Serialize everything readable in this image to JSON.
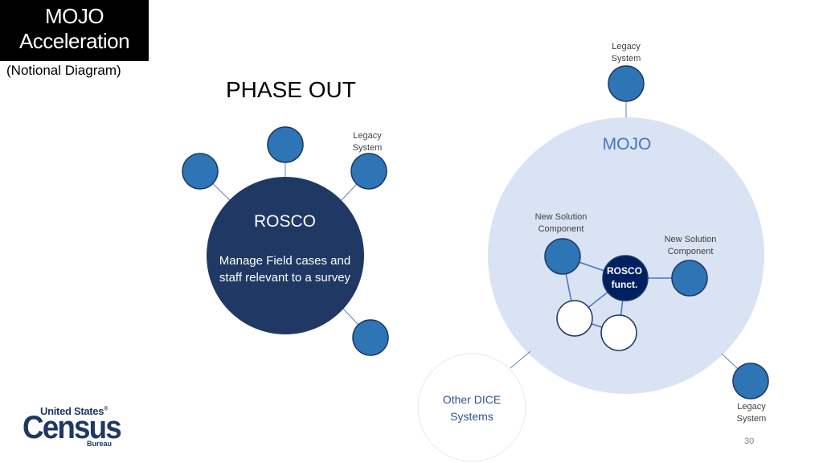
{
  "title": {
    "line1": "MOJO",
    "line2": "Acceleration",
    "subtitle": "(Notional Diagram)"
  },
  "phase_label": "PHASE OUT",
  "rosco": {
    "title": "ROSCO",
    "description": "Manage Field cases and staff relevant to a survey",
    "legacy_label": {
      "line1": "Legacy",
      "line2": "System"
    }
  },
  "mojo": {
    "title": "MOJO",
    "legacy_top_label": {
      "line1": "Legacy",
      "line2": "System"
    },
    "new_component_left_label": {
      "line1": "New Solution",
      "line2": "Component"
    },
    "new_component_right_label": {
      "line1": "New Solution",
      "line2": "Component"
    },
    "rosco_func": {
      "line1": "ROSCO",
      "line2": "funct."
    }
  },
  "other_dice": {
    "line1": "Other DICE",
    "line2": "Systems"
  },
  "legacy_bottom_right_label": {
    "line1": "Legacy",
    "line2": "System"
  },
  "page_number": "30",
  "logo": {
    "line1": "United States",
    "registered_mark": "®",
    "line2": "Census",
    "line3": "Bureau"
  },
  "colors": {
    "rosco_fill": "#203864",
    "node_fill": "#2e75b6",
    "node_stroke": "#1f3864",
    "mojo_fill": "#dae3f3",
    "mojo_title": "#4472c4",
    "connector": "#5b82c0"
  }
}
